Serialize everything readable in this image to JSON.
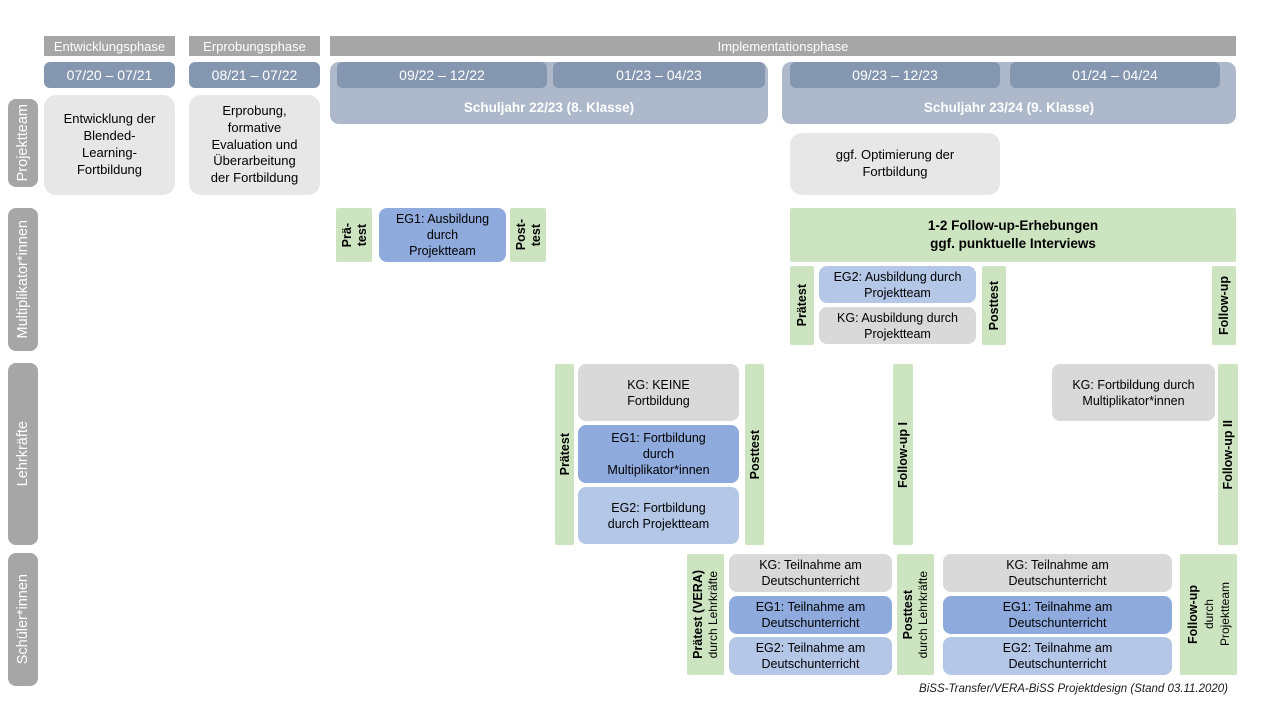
{
  "header": {
    "phases": [
      "Entwicklungsphase",
      "Erprobungsphase",
      "Implementationsphase"
    ],
    "date_ranges": [
      "07/20 – 07/21",
      "08/21 – 07/22",
      "09/22 – 12/22",
      "01/23 – 04/23",
      "09/23 – 12/23",
      "01/24 – 04/24"
    ],
    "school_years": [
      "Schuljahr 22/23 (8. Klasse)",
      "Schuljahr 23/24 (9. Klasse)"
    ]
  },
  "row_labels": [
    "Projektteam",
    "Multiplikator*innen",
    "Lehrkräfte",
    "Schüler*innen"
  ],
  "projektteam_row": {
    "entwicklung": "Entwicklung der\nBlended-\nLearning-\nFortbildung",
    "erprobung": "Erprobung,\nformative\nEvaluation und\nÜberarbeitung\nder Fortbildung",
    "optimierung": "ggf. Optimierung der\nFortbildung"
  },
  "multiplikator_row": {
    "praetest_short": [
      "Prä-",
      "test"
    ],
    "eg1": "EG1: Ausbildung\ndurch\nProjektteam",
    "posttest_short": [
      "Post-",
      "test"
    ],
    "followup_banner": "1-2 Follow-up-Erhebungen\nggf. punktuelle Interviews",
    "praetest": "Prätest",
    "eg2": "EG2: Ausbildung durch\nProjektteam",
    "kg": "KG: Ausbildung durch\nProjektteam",
    "posttest": "Posttest",
    "followup": "Follow-up"
  },
  "lehrkraefte_row": {
    "praetest": "Prätest",
    "kg1": "KG: KEINE\nFortbildung",
    "eg1": "EG1: Fortbildung\ndurch\nMultiplikator*innen",
    "eg2": "EG2: Fortbildung\ndurch Projektteam",
    "posttest": "Posttest",
    "followup1": "Follow-up I",
    "kg2": "KG: Fortbildung durch\nMultiplikator*innen",
    "followup2": "Follow-up II"
  },
  "schueler_row": {
    "praetest_title": "Prätest (VERA)",
    "praetest_sub": "durch Lehrkräfte",
    "kg1": "KG: Teilnahme am\nDeutschunterricht",
    "eg1a": "EG1: Teilnahme am\nDeutschunterricht",
    "eg2a": "EG2: Teilnahme am\nDeutschunterricht",
    "posttest_title": "Posttest",
    "posttest_sub": "durch Lehrkräfte",
    "kg2": "KG: Teilnahme am\nDeutschunterricht",
    "eg1b": "EG1: Teilnahme am\nDeutschunterricht",
    "eg2b": "EG2: Teilnahme am\nDeutschunterricht",
    "followup_title": "Follow-up",
    "followup_sub1": "durch",
    "followup_sub2": "Projektteam"
  },
  "footer": "BiSS-Transfer/VERA-BiSS Projektdesign (Stand 03.11.2020)",
  "colors": {
    "phase_gray": "#a6a6a6",
    "date_blue": "#8496b0",
    "schoolyear_blue": "#adb9ca",
    "box_lightgray": "#e8e7e7",
    "kg_gray": "#d9d9d9",
    "eg1_blue": "#8faadc",
    "eg2_blue": "#b4c7e7",
    "test_green": "#cde4c0"
  }
}
